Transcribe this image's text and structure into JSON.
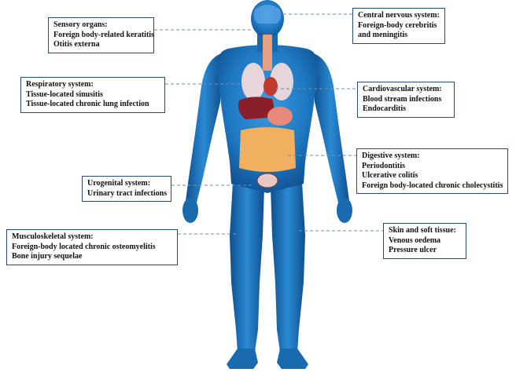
{
  "colors": {
    "body_fill": "#1e78c2",
    "body_shade": "#0f4f8e",
    "box_border": "#2c4a6e",
    "connector": "#6f8fb5"
  },
  "boxes": {
    "sensory": {
      "title": "Sensory organs:",
      "items": [
        "Foreign body-related keratitis",
        "Otitis externa"
      ]
    },
    "cns": {
      "title": "Central nervous system:",
      "items": [
        "Foreign-body cerebritis",
        "and meningitis"
      ]
    },
    "respiratory": {
      "title": "Respiratory system:",
      "items": [
        "Tissue-located sinusitis",
        "Tissue-located chronic lung infection"
      ]
    },
    "cardio": {
      "title": "Cardiovascular system:",
      "items": [
        "Blood stream infections",
        "Endocarditis"
      ]
    },
    "digestive": {
      "title": "Digestive system:",
      "items": [
        "Periodontitis",
        "Ulcerative colitis",
        "Foreign body-located chronic cholecystitis"
      ]
    },
    "urogenital": {
      "title": "Urogenital system:",
      "items": [
        "Urinary tract infections"
      ]
    },
    "musculo": {
      "title": "Musculoskeletal system:",
      "items": [
        "Foreign-body located chronic osteomyelitis",
        "Bone injury sequelae"
      ]
    },
    "skin": {
      "title": "Skin and soft tissue:",
      "items": [
        "Venous oedema",
        "Pressure ulcer"
      ]
    }
  }
}
